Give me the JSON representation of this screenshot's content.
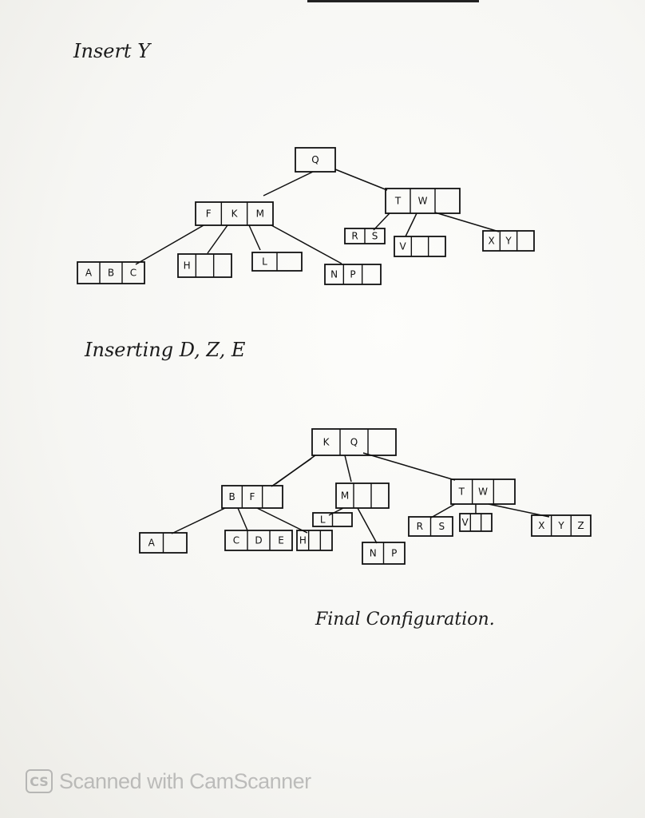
{
  "sections": {
    "insert_heading": "Insert  Y",
    "inserting_heading": "Inserting  D, Z, E",
    "final_caption": "Final Configuration."
  },
  "tree1": {
    "nodes": [
      {
        "id": "t1-root",
        "keys": [
          "Q"
        ]
      },
      {
        "id": "t1-fkm",
        "keys": [
          "F",
          "K",
          "M"
        ]
      },
      {
        "id": "t1-tw",
        "keys": [
          "T",
          "W",
          ""
        ]
      },
      {
        "id": "t1-abc",
        "keys": [
          "A",
          "B",
          "C"
        ]
      },
      {
        "id": "t1-h",
        "keys": [
          "H",
          "",
          ""
        ]
      },
      {
        "id": "t1-l",
        "keys": [
          "L",
          ""
        ]
      },
      {
        "id": "t1-np",
        "keys": [
          "N",
          "P",
          ""
        ]
      },
      {
        "id": "t1-rs",
        "keys": [
          "R",
          "S"
        ]
      },
      {
        "id": "t1-v",
        "keys": [
          "V",
          "",
          ""
        ]
      },
      {
        "id": "t1-xy",
        "keys": [
          "X",
          "Y",
          ""
        ]
      }
    ]
  },
  "tree2": {
    "nodes": [
      {
        "id": "t2-root",
        "keys": [
          "K",
          "Q",
          ""
        ]
      },
      {
        "id": "t2-bf",
        "keys": [
          "B",
          "F",
          ""
        ]
      },
      {
        "id": "t2-m",
        "keys": [
          "M",
          "",
          ""
        ]
      },
      {
        "id": "t2-tw",
        "keys": [
          "T",
          "W",
          ""
        ]
      },
      {
        "id": "t2-a",
        "keys": [
          "A",
          ""
        ]
      },
      {
        "id": "t2-cde",
        "keys": [
          "C",
          "D",
          "E"
        ]
      },
      {
        "id": "t2-h",
        "keys": [
          "H",
          "",
          ""
        ]
      },
      {
        "id": "t2-l",
        "keys": [
          "L",
          ""
        ]
      },
      {
        "id": "t2-np",
        "keys": [
          "N",
          "P"
        ]
      },
      {
        "id": "t2-rs",
        "keys": [
          "R",
          "S"
        ]
      },
      {
        "id": "t2-v",
        "keys": [
          "V",
          "",
          ""
        ]
      },
      {
        "id": "t2-xyz",
        "keys": [
          "X",
          "Y",
          "Z"
        ]
      }
    ]
  },
  "watermark": {
    "logo": "CS",
    "text": "Scanned with CamScanner"
  }
}
